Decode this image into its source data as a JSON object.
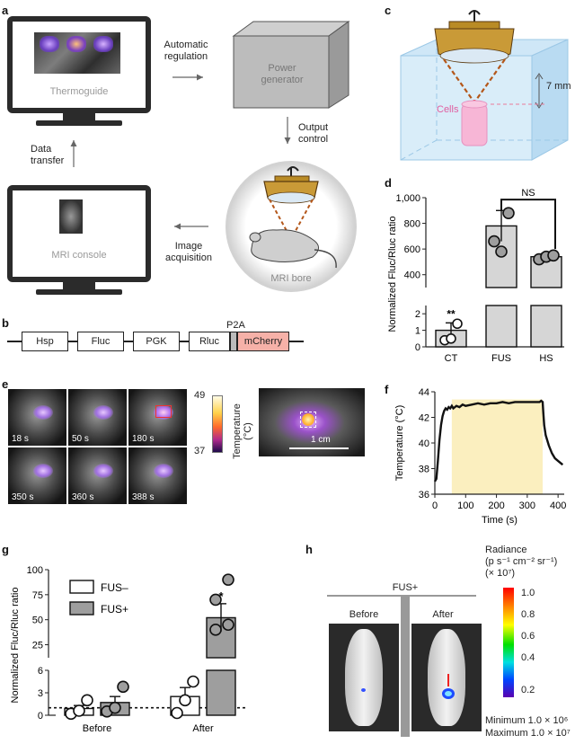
{
  "panels": {
    "a": "a",
    "b": "b",
    "c": "c",
    "d": "d",
    "e": "e",
    "f": "f",
    "g": "g",
    "h": "h"
  },
  "a": {
    "thermoguide_label": "Thermoguide",
    "power_generator_line1": "Power",
    "power_generator_line2": "generator",
    "automatic_regulation_line1": "Automatic",
    "automatic_regulation_line2": "regulation",
    "output_control_line1": "Output",
    "output_control_line2": "control",
    "mri_bore_label": "MRI bore",
    "image_acquisition_line1": "Image",
    "image_acquisition_line2": "acquisition",
    "mri_console_label": "MRI console",
    "data_transfer_line1": "Data",
    "data_transfer_line2": "transfer"
  },
  "b": {
    "elements": [
      "Hsp",
      "Fluc",
      "PGK",
      "Rluc",
      "mCherry"
    ],
    "p2a_label": "P2A"
  },
  "c": {
    "cells_label": "Cells",
    "depth_label": "7 mm"
  },
  "e": {
    "time_labels": [
      "18 s",
      "50 s",
      "180 s",
      "350 s",
      "360 s",
      "388 s"
    ],
    "colorbar_max": "49",
    "colorbar_min": "37",
    "colorbar_title": "Temperature",
    "colorbar_unit": "(°C)",
    "scale_bar_label": "1 cm"
  },
  "h": {
    "group_label": "FUS+",
    "before_label": "Before",
    "after_label": "After",
    "radiance_line1": "Radiance",
    "radiance_line2": "(p s⁻¹ cm⁻² sr⁻¹)",
    "radiance_line3": "(× 10⁷)",
    "colorbar_ticks": [
      "1.0",
      "0.8",
      "0.6",
      "0.4",
      "0.2"
    ],
    "minimum_label": "Minimum 1.0 × 10⁶",
    "maximum_label": "Maximum 1.0 × 10⁷"
  },
  "colors": {
    "bar_gray": "#d6d6d6",
    "bar_dark": "#9e9e9e",
    "heat_fill": "#fbefbf",
    "mcherry": "#f6b1a8",
    "device": "#b98b25"
  },
  "chart_data": [
    {
      "id": "d",
      "type": "bar",
      "categories": [
        "CT",
        "FUS",
        "HS"
      ],
      "values": [
        1.0,
        780,
        540
      ],
      "errors": [
        0.45,
        120,
        25
      ],
      "points": [
        [
          0.4,
          0.5,
          1.4
        ],
        [
          660,
          580,
          880
        ],
        [
          520,
          540,
          550
        ]
      ],
      "significance": [
        "**",
        "",
        ""
      ],
      "comparison": {
        "between": [
          "FUS",
          "HS"
        ],
        "label": "NS"
      },
      "ylabel": "Normalized Fluc/Rluc ratio",
      "y_upper_ticks": [
        "1,000",
        "800",
        "600",
        "400"
      ],
      "y_lower_ticks": [
        "2",
        "1",
        "0"
      ],
      "ylim_upper": [
        300,
        1000
      ],
      "ylim_lower": [
        0,
        2.5
      ]
    },
    {
      "id": "f",
      "type": "line",
      "xlabel": "Time (s)",
      "ylabel": "Temperature (°C)",
      "x_ticks": [
        "0",
        "100",
        "200",
        "300",
        "400"
      ],
      "y_ticks": [
        "36",
        "38",
        "40",
        "42",
        "44"
      ],
      "xlim": [
        0,
        420
      ],
      "ylim": [
        36,
        44
      ],
      "heating_window": [
        55,
        350
      ],
      "x": [
        0,
        5,
        10,
        15,
        20,
        25,
        30,
        35,
        40,
        45,
        50,
        55,
        60,
        70,
        80,
        90,
        100,
        120,
        140,
        160,
        180,
        200,
        220,
        240,
        260,
        280,
        300,
        320,
        340,
        345,
        350,
        352,
        355,
        360,
        370,
        380,
        390,
        400,
        410,
        415
      ],
      "y": [
        37.0,
        37.2,
        38.6,
        40.2,
        41.4,
        42.1,
        42.5,
        42.7,
        42.6,
        42.8,
        42.7,
        42.9,
        42.7,
        42.9,
        42.8,
        43.0,
        42.9,
        43.0,
        43.1,
        43.0,
        43.1,
        43.1,
        43.2,
        43.1,
        43.2,
        43.2,
        43.2,
        43.2,
        43.2,
        43.3,
        43.2,
        42.4,
        41.4,
        40.6,
        39.8,
        39.2,
        38.8,
        38.6,
        38.4,
        38.3
      ]
    },
    {
      "id": "g",
      "type": "bar",
      "categories": [
        "Before",
        "After"
      ],
      "series": [
        {
          "name": "FUS–",
          "values": [
            0.9,
            2.5
          ],
          "errors": [
            0.4,
            1.2
          ],
          "points": [
            [
              0.2,
              0.6,
              2.0
            ],
            [
              0.3,
              2.0,
              4.5
            ]
          ]
        },
        {
          "name": "FUS+",
          "values": [
            1.7,
            52
          ],
          "errors": [
            0.8,
            14
          ],
          "points": [
            [
              0.5,
              1.0,
              3.8
            ],
            [
              40,
              45,
              70,
              90
            ]
          ]
        }
      ],
      "significance": [
        "",
        "*"
      ],
      "ylabel": "Normalized Fluc/Rluc ratio",
      "y_upper_ticks": [
        "100",
        "75",
        "50",
        "25"
      ],
      "y_lower_ticks": [
        "6",
        "3",
        "0"
      ],
      "ylim_upper": [
        12,
        100
      ],
      "ylim_lower": [
        0,
        6
      ],
      "reference_line": 1
    }
  ]
}
